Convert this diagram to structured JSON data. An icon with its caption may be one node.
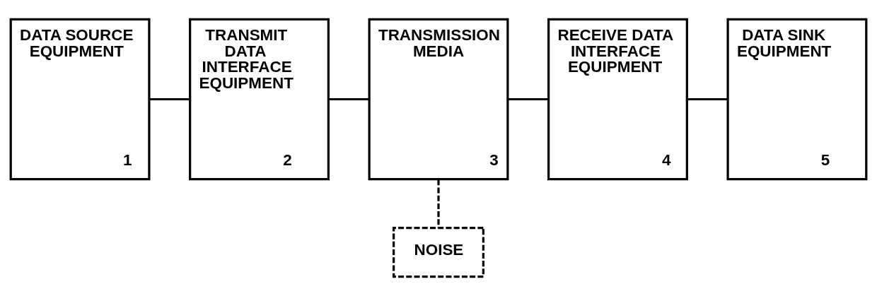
{
  "diagram": {
    "nodes": [
      {
        "text": [
          "DATA SOURCE EQUIPMENT",
          "1"
        ]
      },
      {
        "text": [
          "TRANSMIT DATA INTERFACE EQUIPMENT",
          "2"
        ]
      },
      {
        "text": [
          "TRANSMISSION MEDIA",
          "3"
        ]
      },
      {
        "text": [
          "RECEIVE DATA INTERFACE EQUIPMENT",
          "4"
        ]
      },
      {
        "text": [
          "DATA SINK EQUIPMENT",
          "5"
        ]
      },
      {
        "text": [
          "NOISE"
        ]
      }
    ],
    "edges": [
      {
        "from": 0,
        "to": 1,
        "arrow": "none"
      },
      {
        "from": 1,
        "to": 2,
        "arrow": "none"
      },
      {
        "from": 2,
        "to": 3,
        "arrow": "none"
      },
      {
        "from": 3,
        "to": 4,
        "arrow": "none"
      },
      {
        "from": 2,
        "to": 5,
        "arrow": "none",
        "style": "dashed"
      }
    ]
  }
}
